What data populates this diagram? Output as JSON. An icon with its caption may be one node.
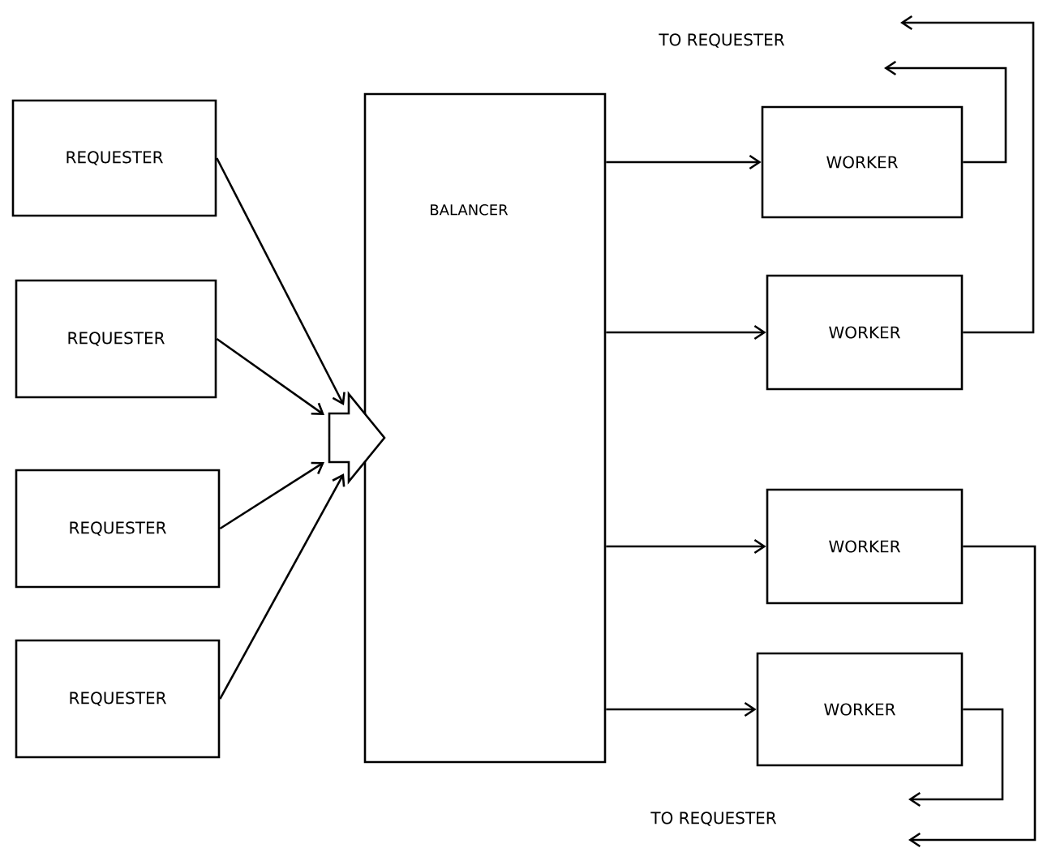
{
  "diagram": {
    "nodes": [
      {
        "text": [
          "REQUESTER"
        ]
      },
      {
        "text": [
          "REQUESTER"
        ]
      },
      {
        "text": [
          "REQUESTER"
        ]
      },
      {
        "text": [
          "REQUESTER"
        ]
      },
      {
        "text": [
          "BALANCER"
        ]
      },
      {
        "text": [],
        "shape": "arrow"
      },
      {
        "text": [
          "WORKER"
        ]
      },
      {
        "text": [
          "WORKER"
        ]
      },
      {
        "text": [
          "WORKER"
        ]
      },
      {
        "text": [
          "WORKER"
        ]
      }
    ],
    "edges": [
      {
        "from": 0,
        "to": 5,
        "arrow": "to"
      },
      {
        "from": 1,
        "to": 5,
        "arrow": "to"
      },
      {
        "from": 2,
        "to": 5,
        "arrow": "to"
      },
      {
        "from": 3,
        "to": 5,
        "arrow": "to"
      },
      {
        "from": 4,
        "to": 6,
        "arrow": "to"
      },
      {
        "from": 4,
        "to": 7,
        "arrow": "to"
      },
      {
        "from": 4,
        "to": 8,
        "arrow": "to"
      },
      {
        "from": 4,
        "to": 9,
        "arrow": "to"
      },
      {
        "from": 6,
        "to": null,
        "arrow": "to"
      },
      {
        "from": 7,
        "to": null,
        "arrow": "to"
      },
      {
        "from": 8,
        "to": null,
        "arrow": "to"
      },
      {
        "from": 9,
        "to": null,
        "arrow": "to"
      }
    ],
    "labels": [
      "TO REQUESTER",
      "TO REQUESTER"
    ]
  }
}
